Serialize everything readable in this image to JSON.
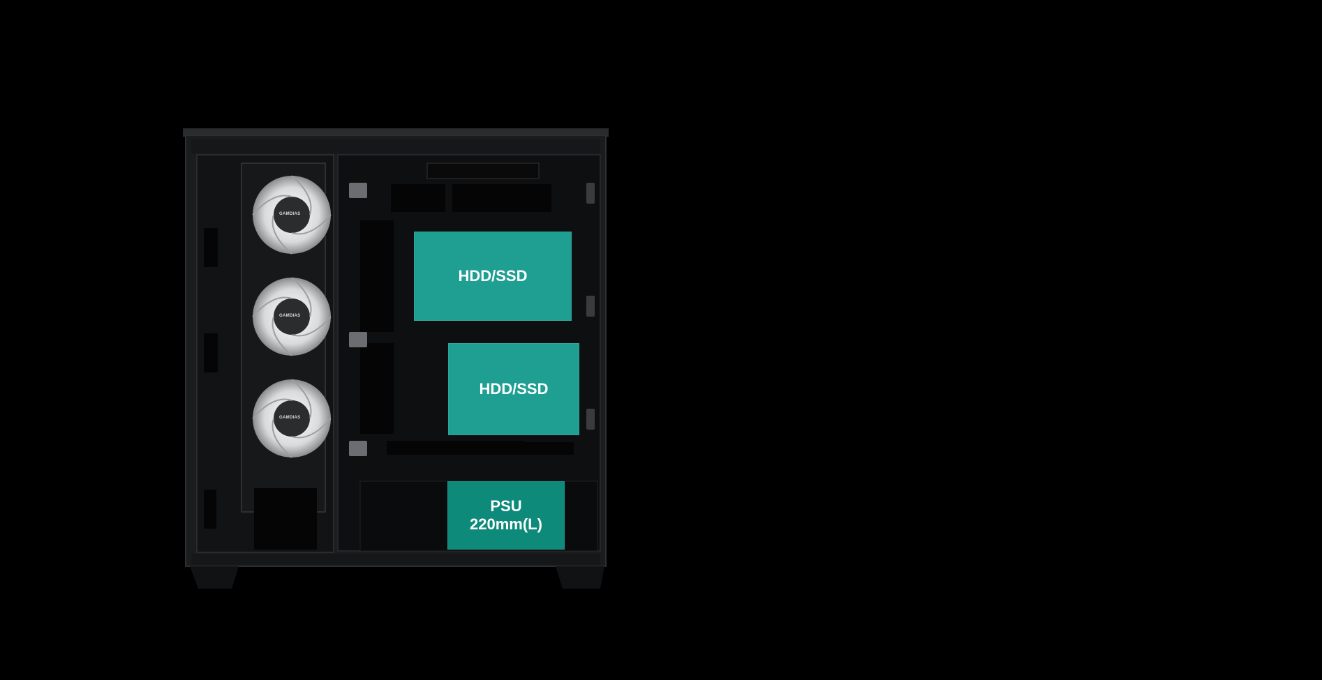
{
  "colors": {
    "background": "#000000",
    "case_frame": "#1b1c1e",
    "case_panel": "#141517",
    "hdd_tray": "#1f9e92",
    "psu_shroud": "#0d8a7a",
    "fan_blade": "#e9eaec"
  },
  "bays": {
    "hdd_top": {
      "label": "HDD/SSD"
    },
    "hdd_bottom": {
      "label": "HDD/SSD"
    },
    "psu": {
      "line1": "PSU",
      "line2": "220mm(L)"
    }
  },
  "fans": [
    {
      "logo": "GAMDIAS"
    },
    {
      "logo": "GAMDIAS"
    },
    {
      "logo": "GAMDIAS"
    }
  ]
}
